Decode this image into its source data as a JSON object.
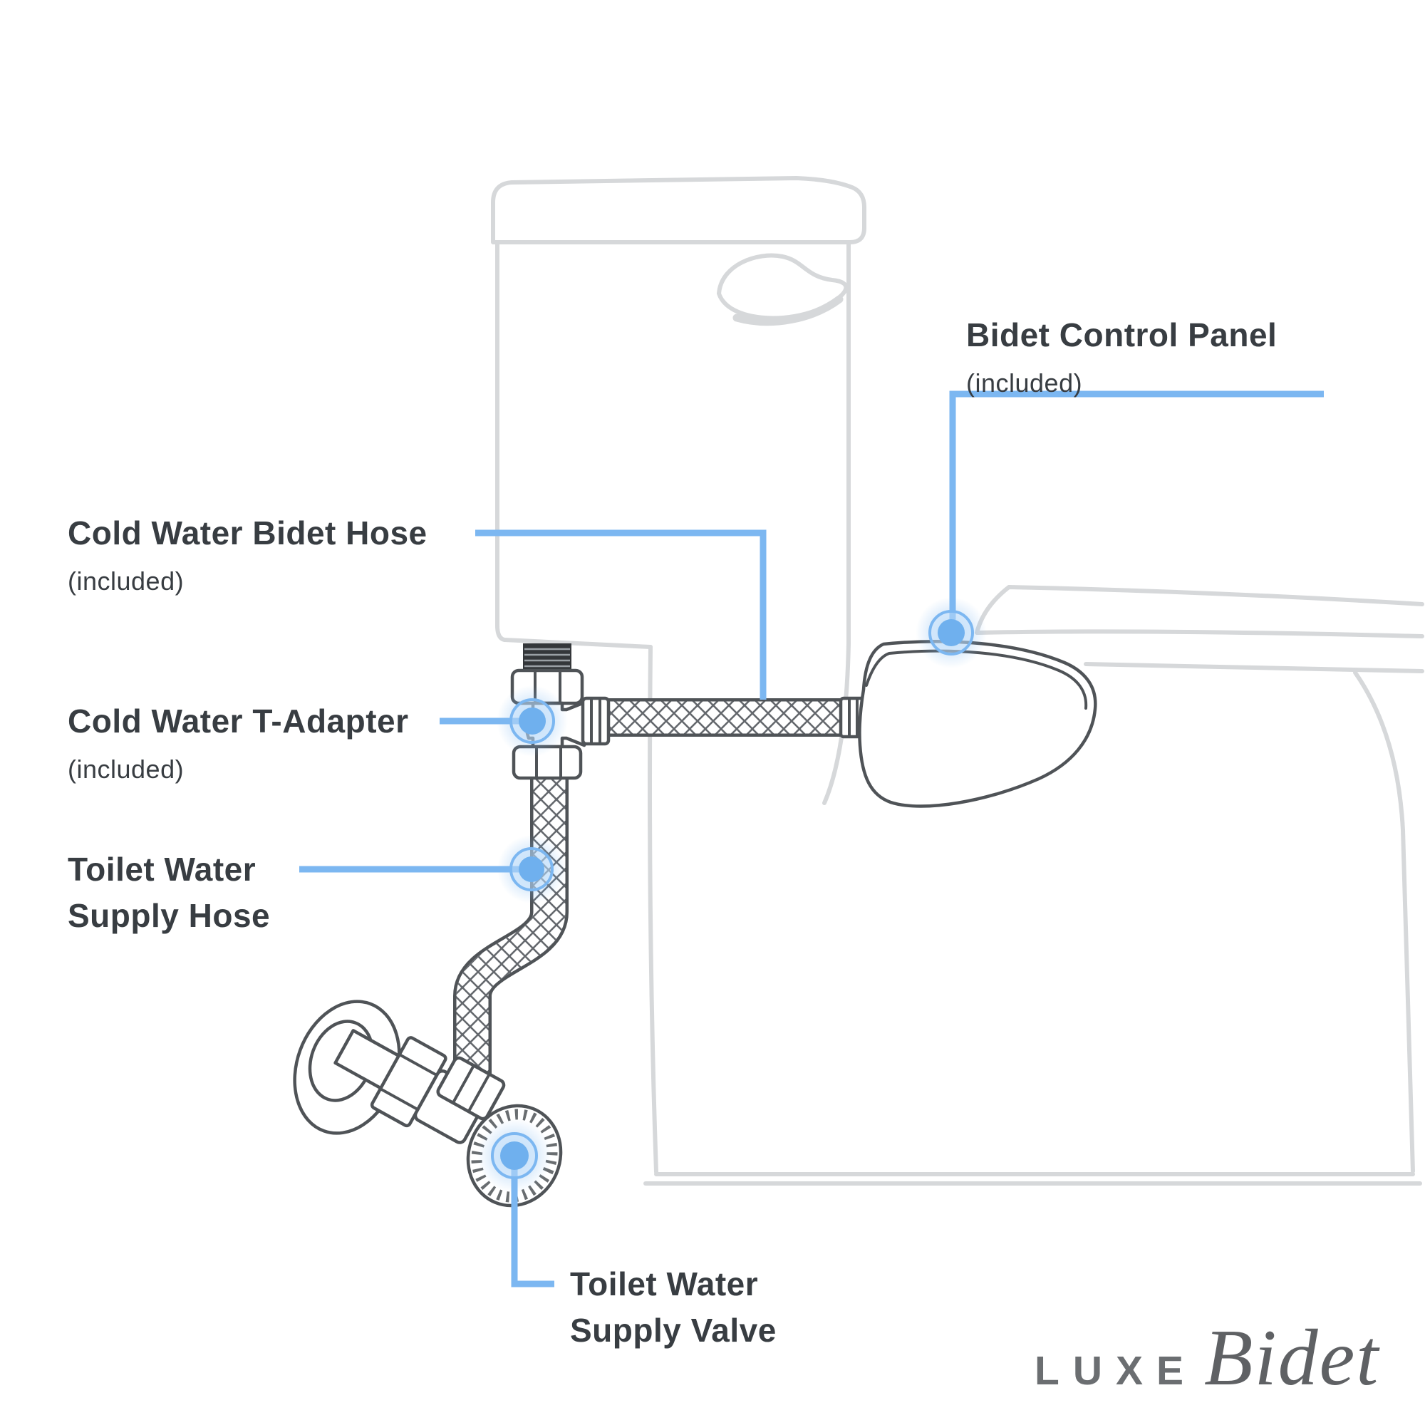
{
  "labels": {
    "bidet_control_panel": {
      "title": "Bidet Control Panel",
      "subtitle": "(included)"
    },
    "cold_water_bidet_hose": {
      "title": "Cold Water Bidet Hose",
      "subtitle": "(included)"
    },
    "cold_water_t_adapter": {
      "title": "Cold Water T-Adapter",
      "subtitle": "(included)"
    },
    "toilet_water_supply_hose": {
      "line1": "Toilet Water",
      "line2": "Supply Hose"
    },
    "toilet_water_supply_valve": {
      "line1": "Toilet Water",
      "line2": "Supply Valve"
    }
  },
  "logo": {
    "brand": "LUXE",
    "script": "Bidet"
  },
  "colors": {
    "accent": "#7cb7f1",
    "marker_fill": "#6fb0ee",
    "marker_ring": "#7cb7f1",
    "label_text": "#383d42",
    "toilet_line": "#d6d8da",
    "part_line": "#4f5357",
    "logo_gray": "#6b6e71",
    "logo_script": "#5f6164"
  },
  "connection_markers": [
    {
      "name": "bidet-control-panel-connection"
    },
    {
      "name": "cold-water-t-adapter-connection"
    },
    {
      "name": "toilet-water-supply-hose-connection"
    },
    {
      "name": "toilet-water-supply-valve-connection"
    }
  ]
}
